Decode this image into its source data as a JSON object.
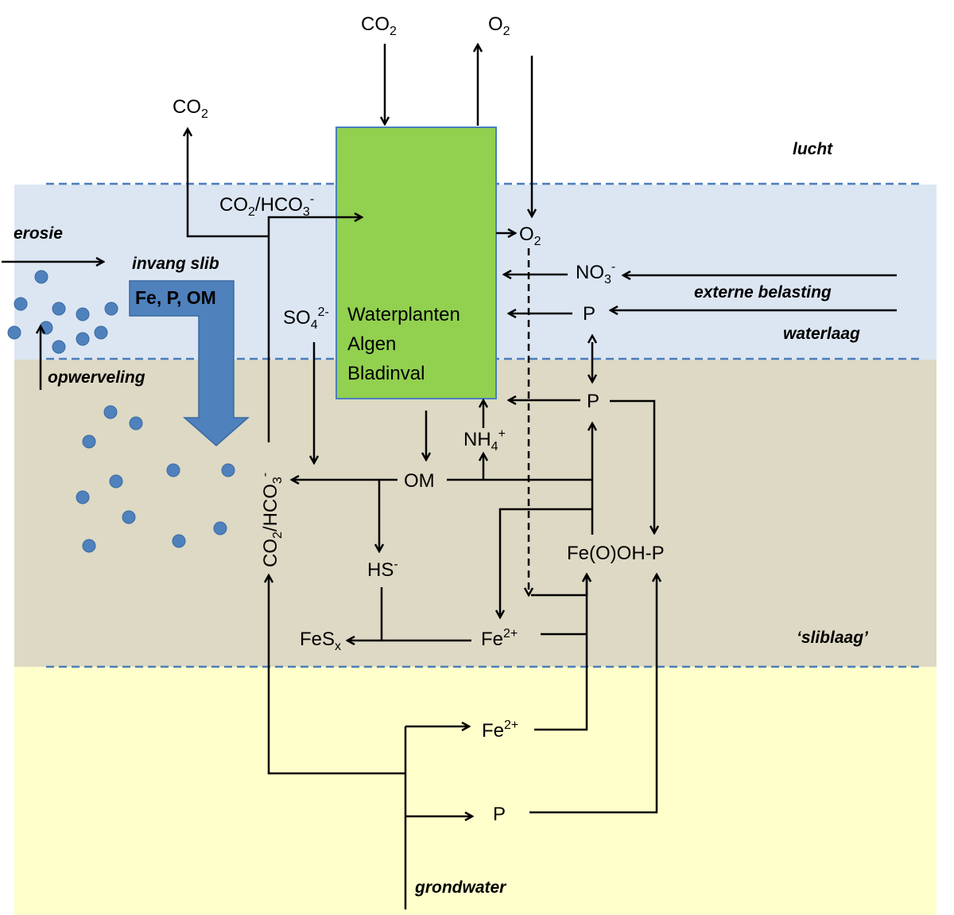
{
  "zones": {
    "lucht": "lucht",
    "waterlaag": "waterlaag",
    "sliblaag": "‘sliblaag’",
    "grondwater": "grondwater"
  },
  "processes": {
    "erosie": "erosie",
    "invang_slib": "invang slib",
    "opwerveling": "opwerveling",
    "externe_belasting": "externe belasting"
  },
  "big_arrow_label": "Fe, P, OM",
  "plant_box": {
    "line1": "Waterplanten",
    "line2": "Algen",
    "line3": "Bladinval"
  },
  "species": {
    "co2": "CO",
    "co2_sub": "2",
    "o2": "O",
    "o2_sub": "2",
    "co2_hco3_a": "CO",
    "co2_hco3_b": "/HCO",
    "co2_hco3_sub": "3",
    "co2_hco3_sup": "-",
    "so4": "SO",
    "so4_sub": "4",
    "so4_sup": "2-",
    "no3": "NO",
    "no3_sub": "3",
    "no3_sup": "-",
    "p": "P",
    "nh4": "NH",
    "nh4_sub": "4",
    "nh4_sup": "+",
    "om": "OM",
    "hs": "HS",
    "hs_sup": "-",
    "fes": "FeS",
    "fes_sub": "x",
    "fe2": "Fe",
    "fe2_sup": "2+",
    "feooh": "Fe(O)OH-P"
  },
  "colors": {
    "water": "#dce6f2",
    "sludge": "#ddd9c4",
    "groundwater": "#ffffcc",
    "plants": "#92d050",
    "plants_border": "#4a7ebb",
    "particles": "#4f81bd",
    "big_arrow": "#4f81bd",
    "dashed_boundary": "#4a7ebb"
  }
}
